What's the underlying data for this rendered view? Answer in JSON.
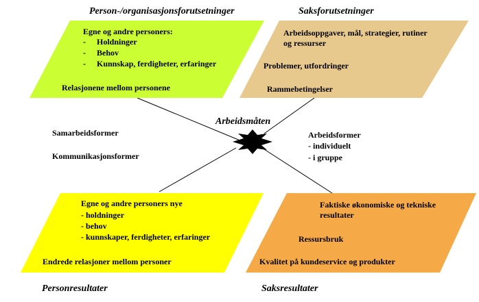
{
  "titles": {
    "top_left": "Person-/organisasjonsforutsetninger",
    "top_right": "Saksforutsetninger",
    "center": "Arbeidsmåten",
    "bottom_left": "Personresultater",
    "bottom_right": "Saksresultater"
  },
  "colors": {
    "green": "#ccff33",
    "tan": "#e8c98d",
    "yellow": "#ffff00",
    "orange": "#f5a947",
    "star": "#000000"
  },
  "top_left_box": {
    "heading": "Egne og andre personers:",
    "items": [
      "Holdninger",
      "Behov",
      "Kunnskap, ferdigheter, erfaringer"
    ],
    "footer": "Relasjonene mellom personene"
  },
  "top_right_box": {
    "line1": "Arbeidsoppgaver, mål, strategier, rutiner",
    "line2": "og ressurser",
    "line3": "Problemer, utfordringer",
    "line4": "Rammebetingelser"
  },
  "left_middle": {
    "samarbeid": "Samarbeidsformer",
    "kommunikasjon": "Kommunikasjonsformer"
  },
  "right_middle": {
    "heading": "Arbeidsformer",
    "item1": "- individuelt",
    "item2": "- i gruppe"
  },
  "bottom_left_box": {
    "heading": "Egne og andre personers nye",
    "items": [
      "holdninger",
      "behov",
      "kunnskaper, ferdigheter, erfaringer"
    ],
    "footer": "Endrede relasjoner mellom personer"
  },
  "bottom_right_box": {
    "line1": "Faktiske økonomiske og tekniske",
    "line2": "resultater",
    "line3": "Ressursbruk",
    "line4": "Kvalitet på kundeservice og produkter"
  }
}
